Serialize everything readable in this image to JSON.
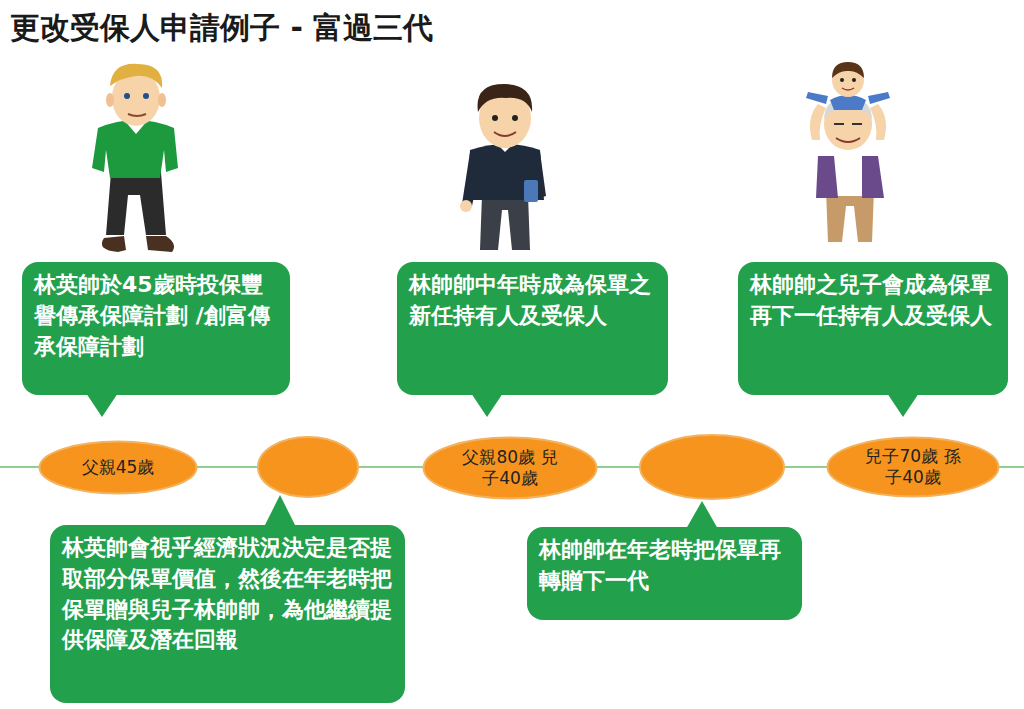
{
  "diagram": {
    "title": "更改受保人申請例子 - 富過三代",
    "nodes": [
      {
        "text": [
          "林英帥於45歲時投保豐譽傳承保障計劃 /創富傳承保障計劃"
        ]
      },
      {
        "text": [
          "林帥帥中年時成為保單之新任持有人及受保人"
        ]
      },
      {
        "text": [
          "林帥帥之兒子會成為保單再下一任持有人及受保人"
        ]
      },
      {
        "text": [
          "父親45歲"
        ]
      },
      {
        "text": [
          "父親80歲 兒子40歲"
        ]
      },
      {
        "text": [
          "兒子70歲 孫子40歲"
        ]
      },
      {
        "text": [
          "林英帥會視乎經濟狀況決定是否提取部分保單價值，然後在年老時把保單贈與兒子林帥帥，為他繼續提供保障及潛在回報"
        ]
      },
      {
        "text": [
          "林帥帥在年老時把保單再轉贈下一代"
        ]
      }
    ]
  }
}
